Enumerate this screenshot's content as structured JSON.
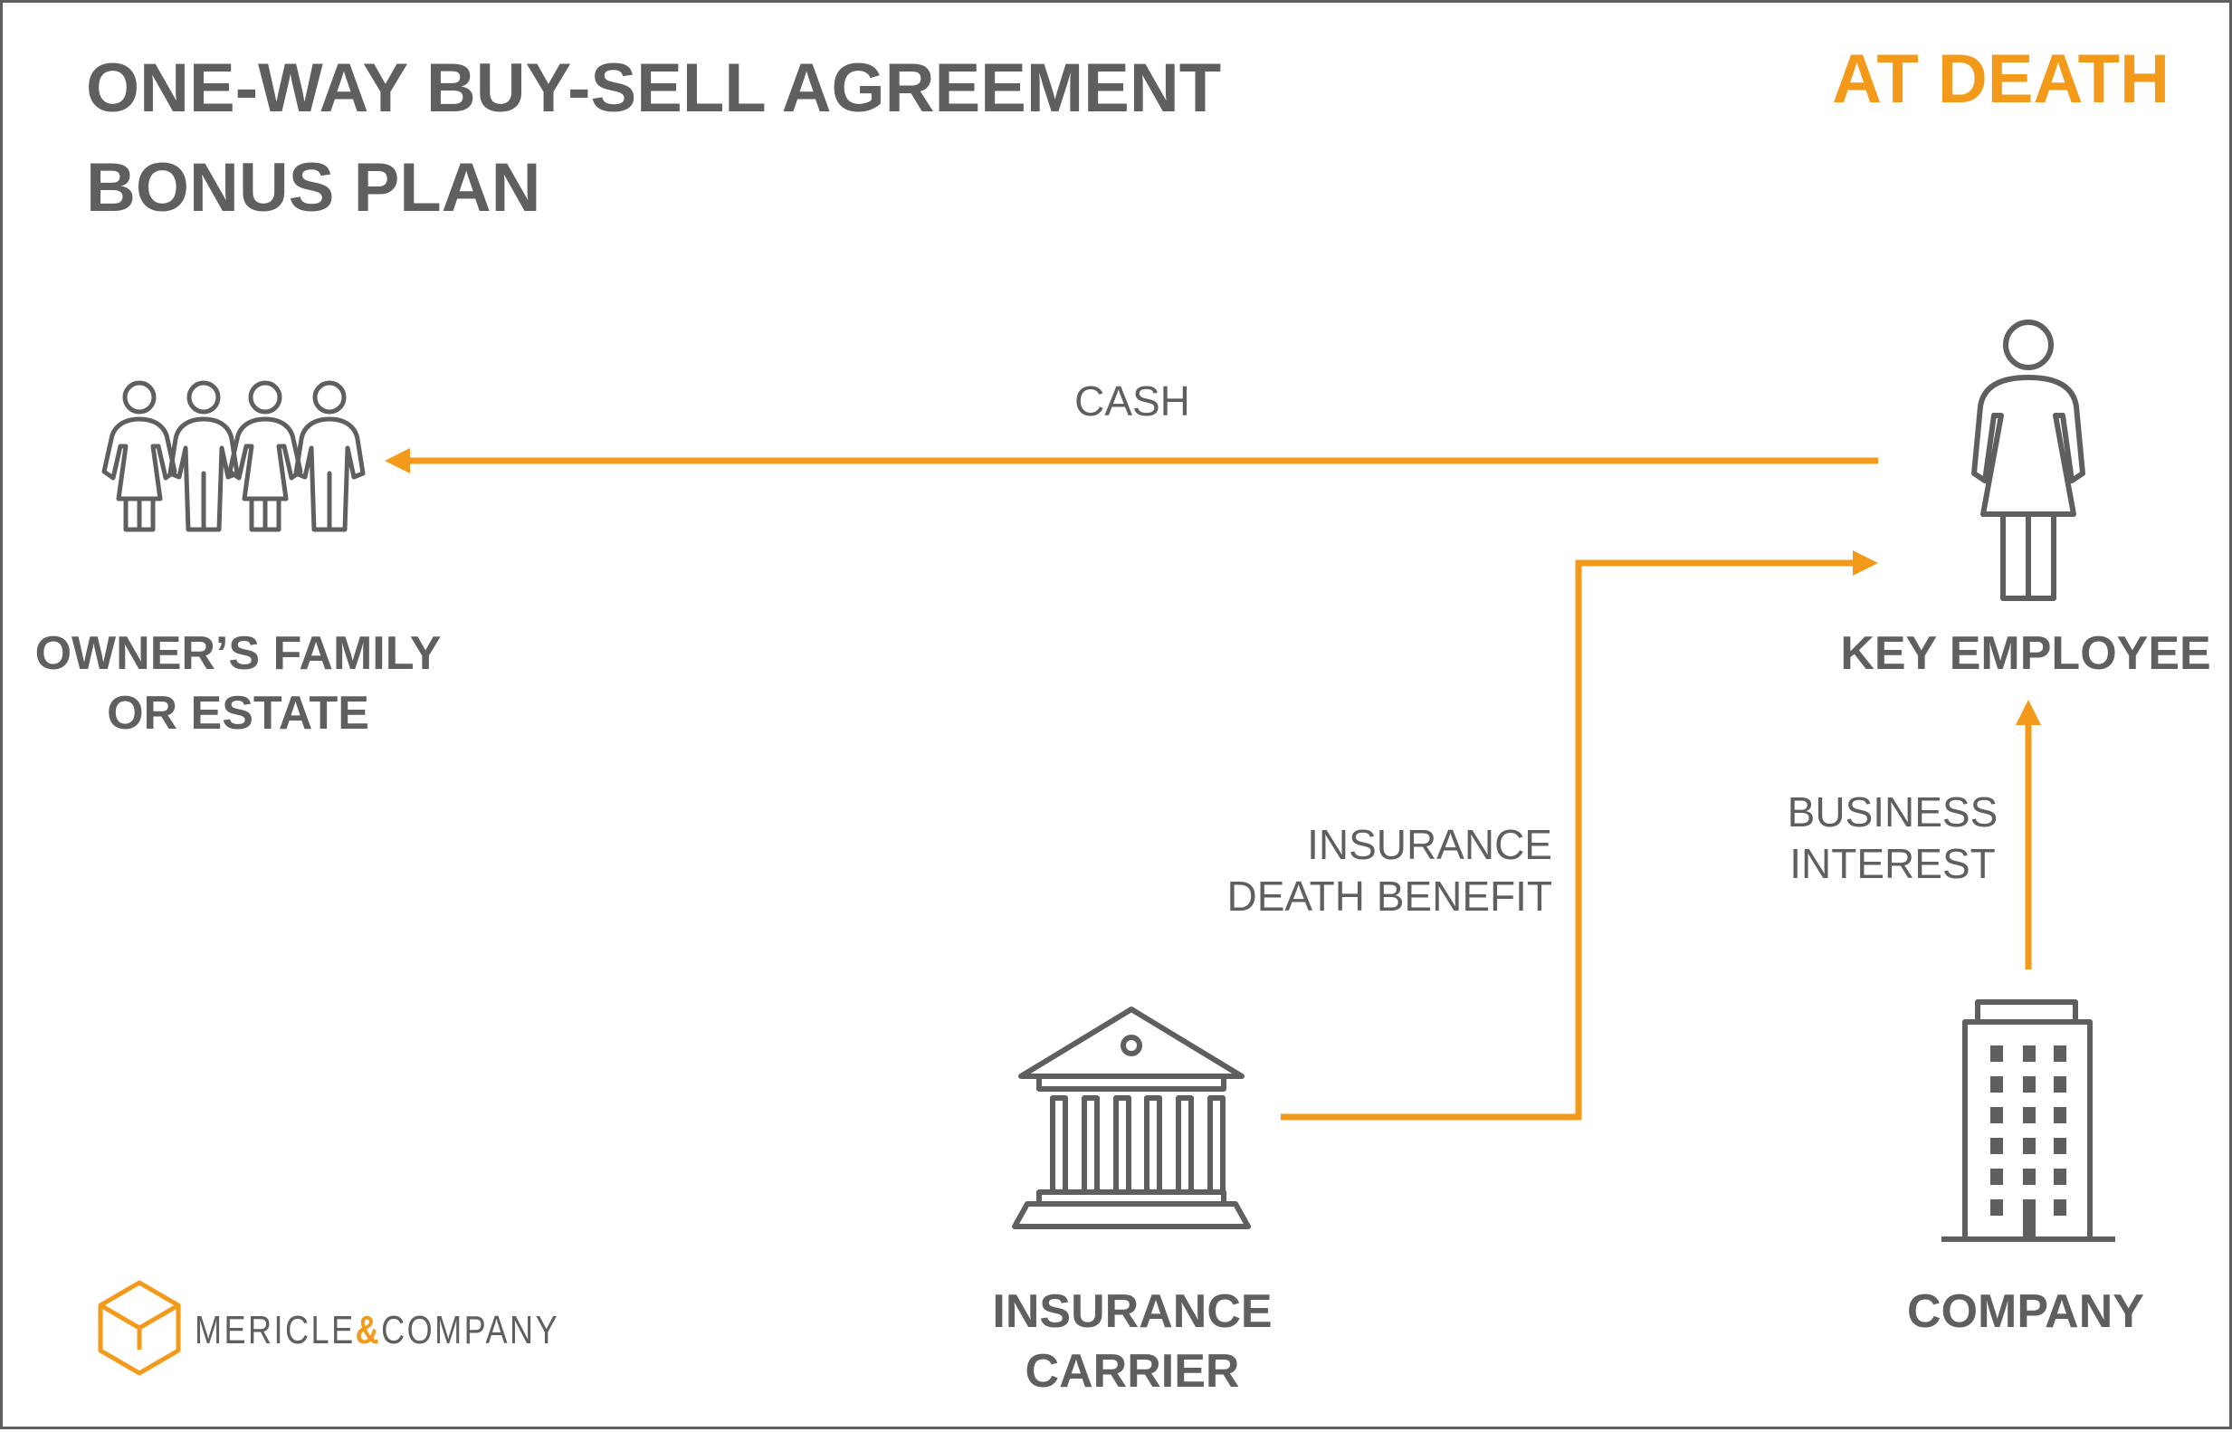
{
  "title": {
    "line1": "ONE-WAY BUY-SELL AGREEMENT",
    "line2": "BONUS PLAN"
  },
  "headline": "AT DEATH",
  "nodes": {
    "family": {
      "line1": "OWNER’S FAMILY",
      "line2": "OR ESTATE",
      "icon": "family-icon"
    },
    "employee": {
      "label": "KEY EMPLOYEE",
      "icon": "person-icon"
    },
    "carrier": {
      "line1": "INSURANCE",
      "line2": "CARRIER",
      "icon": "bank-building-icon"
    },
    "company": {
      "label": "COMPANY",
      "icon": "office-building-icon"
    }
  },
  "flows": {
    "cash": {
      "label": "CASH",
      "from": "KEY EMPLOYEE",
      "to": "OWNER’S FAMILY OR ESTATE"
    },
    "death_benefit": {
      "line1": "INSURANCE",
      "line2": "DEATH BENEFIT",
      "from": "INSURANCE CARRIER",
      "to": "KEY EMPLOYEE"
    },
    "business_interest": {
      "line1": "BUSINESS",
      "line2": "INTEREST",
      "from": "COMPANY",
      "to": "KEY EMPLOYEE"
    }
  },
  "logo": {
    "brand_prefix": "MERICLE",
    "brand_amp": "&",
    "brand_suffix": "COMPANY",
    "icon": "cube-logo-icon"
  },
  "colors": {
    "accent": "#f39a1a",
    "text": "#5f5f5f",
    "border": "#5f5f5f",
    "background": "#ffffff"
  }
}
